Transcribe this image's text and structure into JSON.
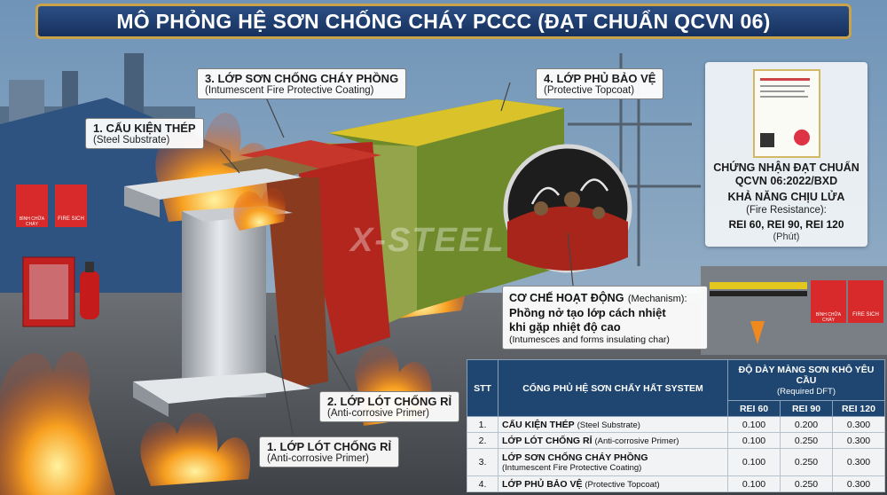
{
  "banner_title": "MÔ PHỎNG HỆ SƠN CHỐNG CHÁY PCCC (ĐẠT CHUẨN QCVN 06)",
  "watermark": "X-STEEL",
  "callouts": {
    "steel": {
      "title": "1. CẤU KIỆN THÉP",
      "sub": "(Steel Substrate)"
    },
    "intumescent": {
      "title": "3. LỚP SƠN CHỐNG CHÁY PHỒNG",
      "sub": "(Intumescent Fire Protective Coating)"
    },
    "topcoat": {
      "title": "4. LỚP PHỦ BẢO VỆ",
      "sub": "(Protective Topcoat)"
    },
    "primer2": {
      "title": "2. LỚP LÓT CHỐNG RỈ",
      "sub": "(Anti-corrosive Primer)"
    },
    "primer1": {
      "title": "1. LỚP LÓT CHỐNG RỈ",
      "sub": "(Anti-corrosive Primer)"
    }
  },
  "certificate": {
    "line1": "CHỨNG NHẬN ĐẠT CHUẨN",
    "line2": "QCVN 06:2022/BXD",
    "line3": "KHẢ NĂNG CHỊU LỬA",
    "line4": "(Fire Resistance):",
    "line5": "REI 60, REI 90, REI 120",
    "line6": "(Phút)"
  },
  "mechanism": {
    "heading": "CƠ CHẾ HOẠT ĐỘNG",
    "heading_en": "(Mechanism):",
    "body1": "Phồng nở tạo lớp cách nhiệt",
    "body2": "khi gặp nhiệt độ cao",
    "body_en": "(Intumesces and forms insulating char)"
  },
  "signs": {
    "left1": "BÌNH CHỮA CHÁY",
    "left2": "FIRE SICH",
    "right1": "BÌNH CHỮA CHÁY",
    "right2": "FIRE SICH"
  },
  "table": {
    "col_stt": "STT",
    "col_system": "CỐNG PHỦ HỆ SƠN CHẤY HẤT SYSTEM",
    "col_dft": "ĐỘ DÀY MÀNG SƠN KHÔ YÊU CẦU",
    "col_dft_en": "(Required DFT)",
    "col_rei60": "REI 60",
    "col_rei90": "REI 90",
    "col_rei120": "REI 120",
    "rows": [
      {
        "stt": "1.",
        "name": "CẤU KIỆN THÉP",
        "name_en": "(Steel Substrate)",
        "rei60": "0.100",
        "rei90": "0.200",
        "rei120": "0.300"
      },
      {
        "stt": "2.",
        "name": "LỚP LÓT CHỐNG RỈ",
        "name_en": "(Anti-corrosive Primer)",
        "rei60": "0.100",
        "rei90": "0.250",
        "rei120": "0.300"
      },
      {
        "stt": "3.",
        "name": "LỚP SƠN CHỐNG CHÁY PHỒNG",
        "name_en": "(Intumescent Fire Protective Coating)",
        "rei60": "0.100",
        "rei90": "0.250",
        "rei120": "0.300"
      },
      {
        "stt": "4.",
        "name": "LỚP PHỦ BẢO VỆ",
        "name_en": "(Protective Topcoat)",
        "rei60": "0.100",
        "rei90": "0.250",
        "rei120": "0.300"
      }
    ]
  },
  "colors": {
    "banner": "#1f3f72",
    "topcoat": "#d9c22a",
    "intumescent": "#b3261e",
    "primer": "#8a3a1e",
    "steel": "#b9bec4",
    "flame": "#f07818"
  }
}
